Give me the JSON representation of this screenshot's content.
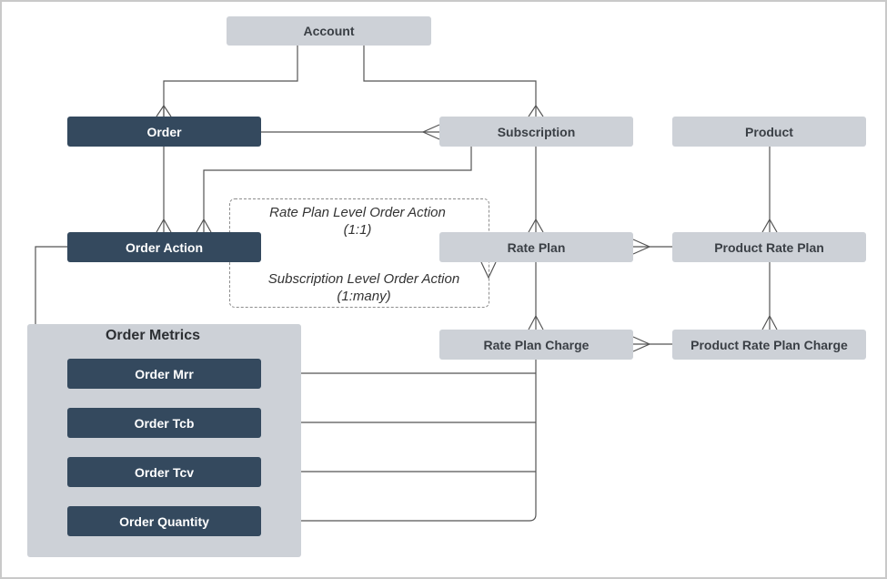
{
  "diagram": {
    "entities": {
      "account": "Account",
      "order": "Order",
      "subscription": "Subscription",
      "product": "Product",
      "order_action": "Order Action",
      "rate_plan": "Rate Plan",
      "product_rate_plan": "Product Rate Plan",
      "rate_plan_charge": "Rate Plan Charge",
      "product_rate_plan_charge": "Product Rate Plan Charge"
    },
    "order_metrics": {
      "title": "Order Metrics",
      "items": [
        "Order Mrr",
        "Order  Tcb",
        "Order  Tcv",
        "Order Quantity"
      ]
    },
    "annotations": {
      "rate_plan_level": "Rate Plan Level Order Action",
      "rate_plan_level_cardinality": "(1:1)",
      "subscription_level": "Subscription Level Order Action",
      "subscription_level_cardinality": "(1:many)"
    },
    "colors": {
      "dark_box": "#34495e",
      "light_box": "#cdd1d7",
      "line": "#555555"
    }
  }
}
